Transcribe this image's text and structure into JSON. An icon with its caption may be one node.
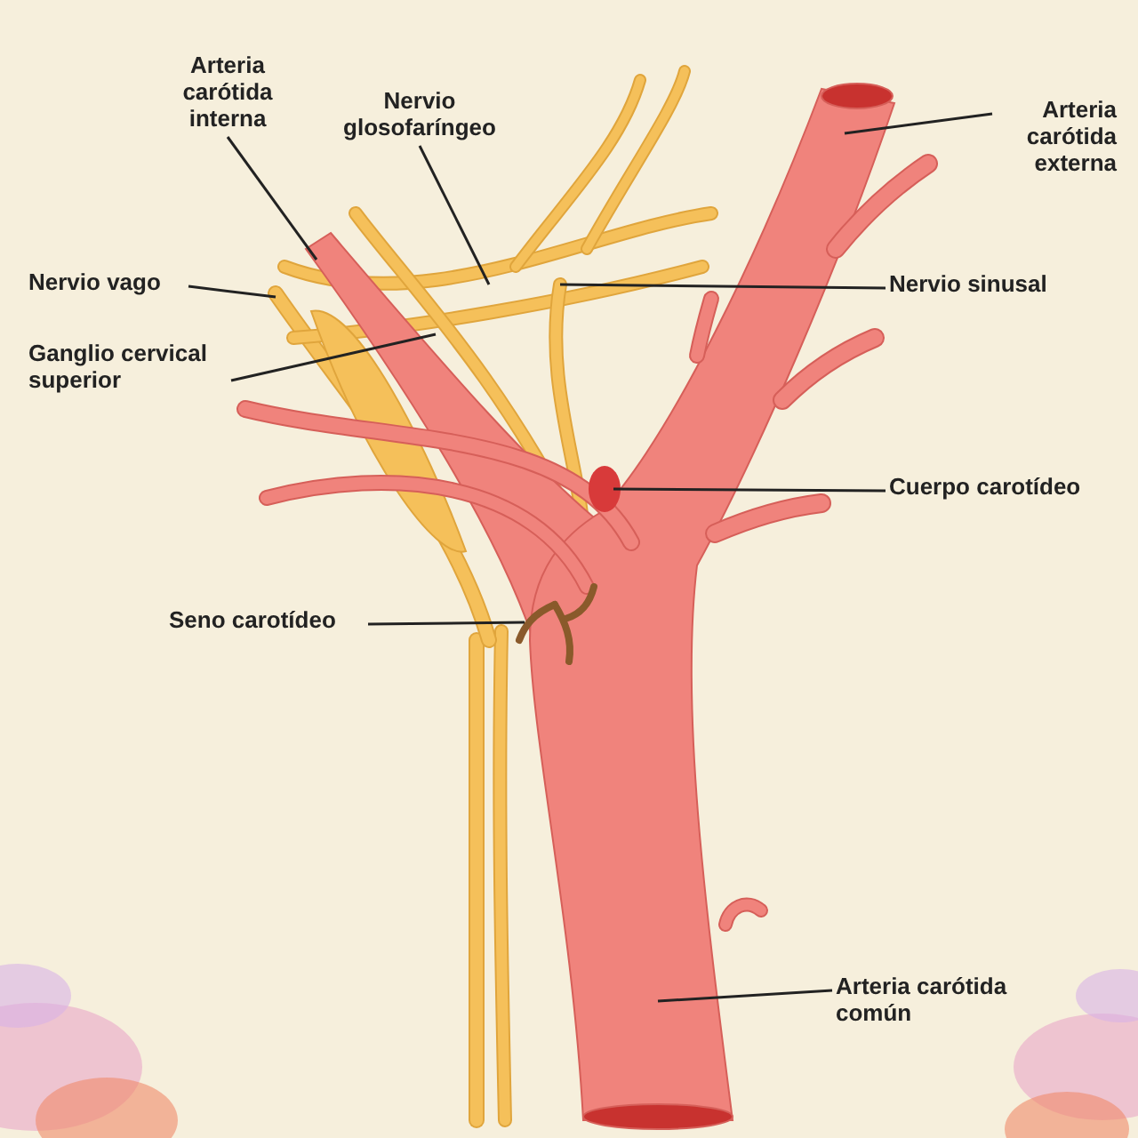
{
  "diagram": {
    "nodes": [
      {
        "text": [
          "Arteria carótida interna"
        ]
      },
      {
        "text": [
          "Nervio glosofaríngeo"
        ]
      },
      {
        "text": [
          "Arteria carótida externa"
        ]
      },
      {
        "text": [
          "Nervio vago"
        ]
      },
      {
        "text": [
          "Nervio sinusal"
        ]
      },
      {
        "text": [
          "Ganglio cervical superior"
        ]
      },
      {
        "text": [
          "Cuerpo carotídeo"
        ]
      },
      {
        "text": [
          "Seno carotídeo"
        ]
      },
      {
        "text": [
          "Arteria carótida común"
        ]
      }
    ],
    "edges": [
      {
        "from": 0,
        "to": null,
        "arrow": "none"
      },
      {
        "from": 1,
        "to": null,
        "arrow": "none"
      },
      {
        "from": 2,
        "to": null,
        "arrow": "none"
      },
      {
        "from": 3,
        "to": null,
        "arrow": "none"
      },
      {
        "from": 4,
        "to": null,
        "arrow": "none"
      },
      {
        "from": 5,
        "to": null,
        "arrow": "none"
      },
      {
        "from": 6,
        "to": null,
        "arrow": "none"
      },
      {
        "from": 7,
        "to": null,
        "arrow": "none"
      },
      {
        "from": 8,
        "to": null,
        "arrow": "none"
      }
    ]
  }
}
